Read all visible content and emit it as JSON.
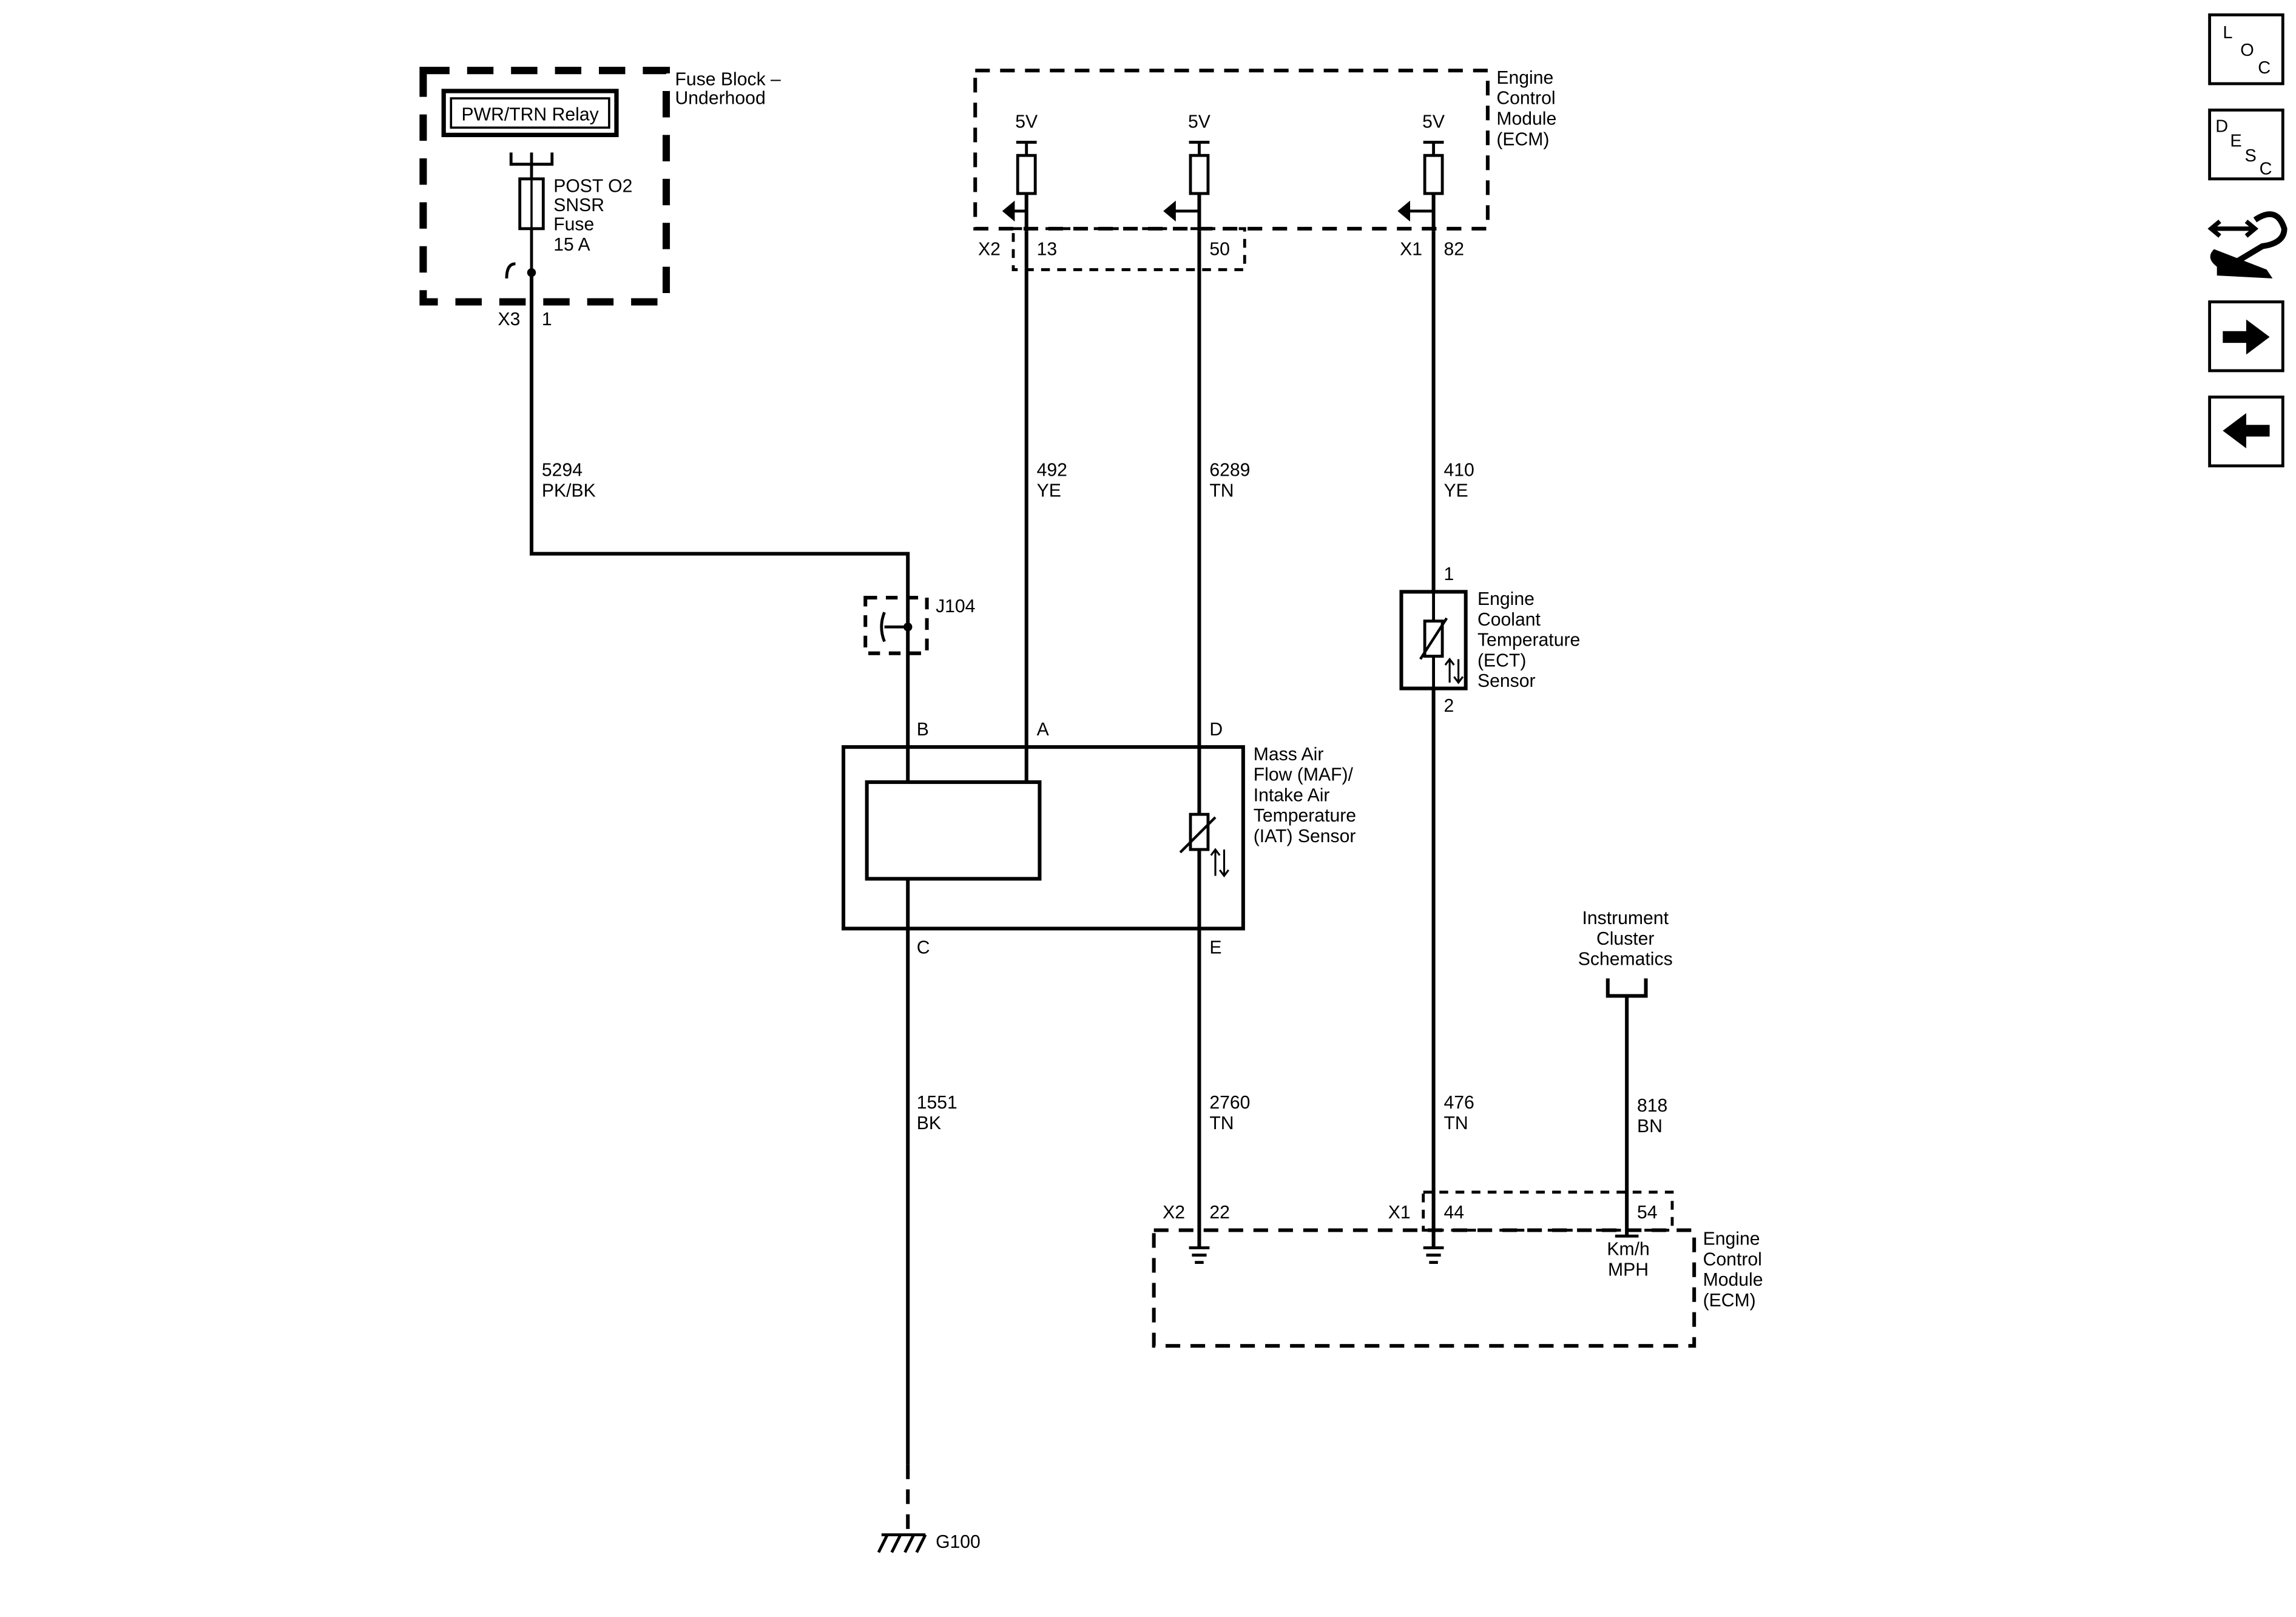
{
  "fuse_block": {
    "title": [
      "Fuse Block –",
      "Underhood"
    ],
    "relay": "PWR/TRN Relay",
    "fuse_label": [
      "POST O2",
      "SNSR",
      "Fuse",
      "15 A"
    ],
    "connector": "X3",
    "pin": "1"
  },
  "ecm_top": {
    "title": [
      "Engine",
      "Control",
      "Module",
      "(ECM)"
    ],
    "refs": [
      "5V",
      "5V",
      "5V"
    ],
    "connector_left": "X2",
    "pin_a": "13",
    "pin_b": "50",
    "connector_right": "X1",
    "pin_c": "82"
  },
  "wires": {
    "w5294": [
      "5294",
      "PK/BK"
    ],
    "w492": [
      "492",
      "YE"
    ],
    "w6289": [
      "6289",
      "TN"
    ],
    "w410": [
      "410",
      "YE"
    ],
    "w1551": [
      "1551",
      "BK"
    ],
    "w2760": [
      "2760",
      "TN"
    ],
    "w476": [
      "476",
      "TN"
    ],
    "w818": [
      "818",
      "BN"
    ]
  },
  "splice": "J104",
  "maf_sensor": {
    "title": [
      "Mass Air",
      "Flow (MAF)/",
      "Intake Air",
      "Temperature",
      "(IAT) Sensor"
    ],
    "pins": {
      "b": "B",
      "a": "A",
      "d": "D",
      "c": "C",
      "e": "E"
    }
  },
  "ect_sensor": {
    "title": [
      "Engine",
      "Coolant",
      "Temperature",
      "(ECT)",
      "Sensor"
    ],
    "pin_top": "1",
    "pin_bottom": "2"
  },
  "instrument_cluster": [
    "Instrument",
    "Cluster",
    "Schematics"
  ],
  "ecm_bottom": {
    "title": [
      "Engine",
      "Control",
      "Module",
      "(ECM)"
    ],
    "connector_left": "X2",
    "pin_a": "22",
    "connector_right": "X1",
    "pin_b": "44",
    "pin_c": "54",
    "speed_label": [
      "Km/h",
      "MPH"
    ]
  },
  "ground": "G100",
  "nav": {
    "loc": [
      "L",
      "O",
      "C"
    ],
    "desc": [
      "D",
      "E",
      "S",
      "C"
    ],
    "icons": [
      "connector-tool-icon",
      "arrow-right-icon",
      "arrow-left-icon"
    ]
  }
}
